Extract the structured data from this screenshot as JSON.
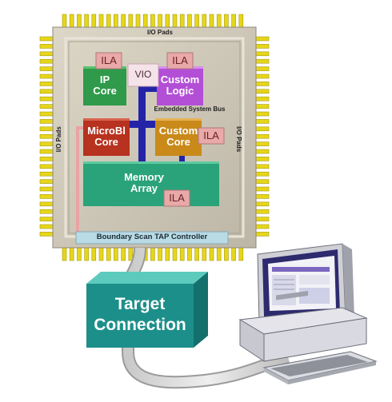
{
  "chip": {
    "top_pads_label": "I/O Pads",
    "left_pads_label": "I/O Pads",
    "right_pads_label": "I/O Pads",
    "bus_label": "Embedded System Bus",
    "tap_label": "Boundary Scan TAP Controller"
  },
  "blocks": {
    "ip_core": "IP\nCore",
    "custom_logic": "Custom\nLogic",
    "microblaze": "MicroBl\nCore",
    "custom_core": "Custom\nCore",
    "memory": "Memory\nArray",
    "vio": "VIO"
  },
  "ila_label": "ILA",
  "target_connection": "Target\nConnection",
  "colors": {
    "pad_yellow": "#e6d61a",
    "die_gray": "#cfc8b8",
    "ip_green": "#2e9a4a",
    "custom_logic_purple": "#b24fd6",
    "microblaze_red": "#b7321f",
    "custom_core_orange": "#c98a1a",
    "memory_teal": "#2aa37a",
    "bus_blue": "#2424a8",
    "ila_pink": "#e9a9a9",
    "tap_blue": "#b8dbe6",
    "target_teal": "#1d8f8a"
  }
}
